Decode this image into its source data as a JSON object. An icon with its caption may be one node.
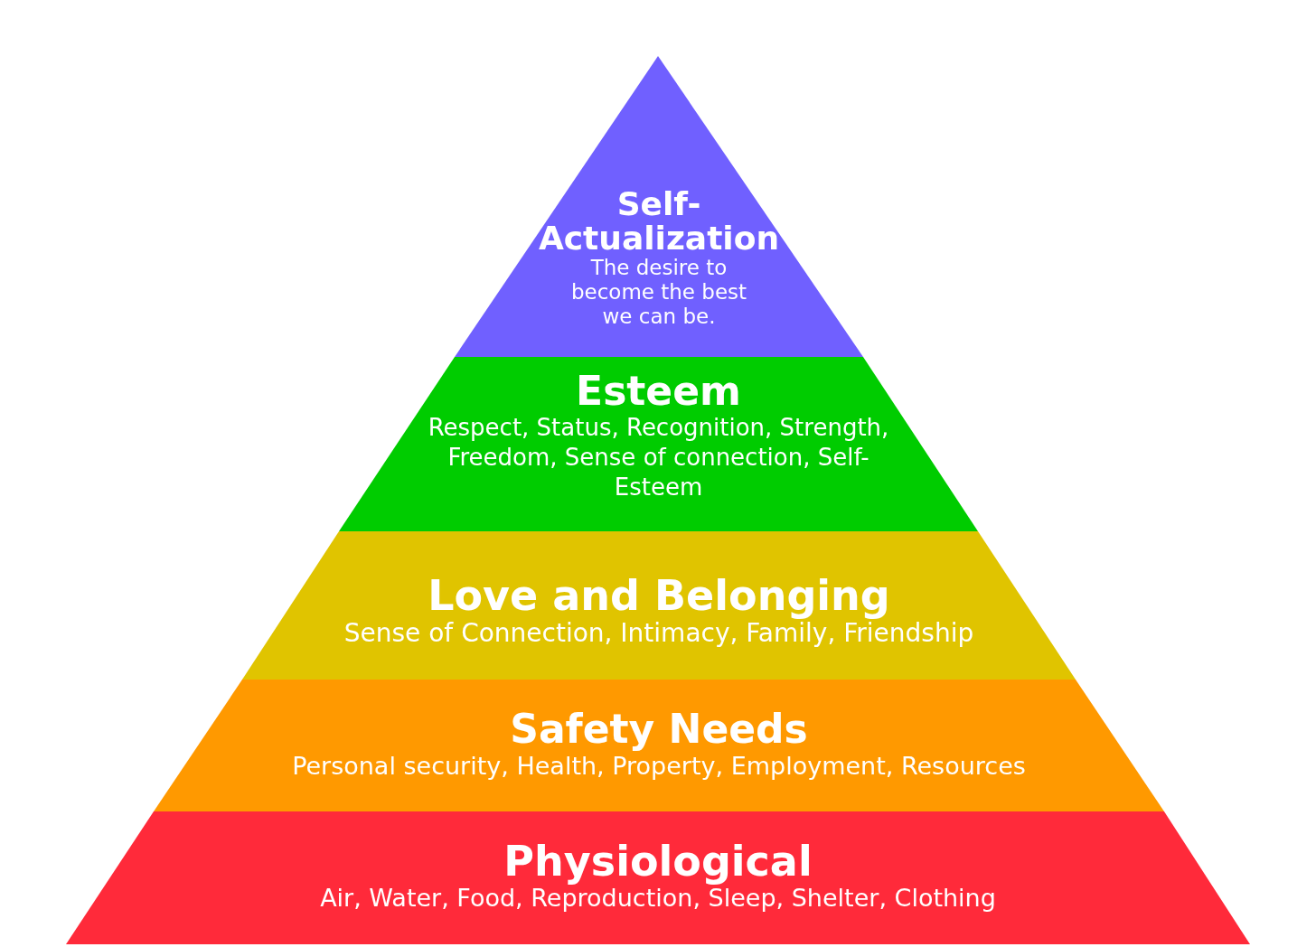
{
  "diagram": {
    "nodes": [
      {
        "text": [
          "Self-Actualization",
          "The desire to become the best we can be."
        ]
      },
      {
        "text": [
          "Esteem",
          "Respect, Status, Recognition, Strength, Freedom, Sense of connection, Self-Esteem"
        ]
      },
      {
        "text": [
          "Love and Belonging",
          "Sense of Connection, Intimacy, Family, Friendship"
        ]
      },
      {
        "text": [
          "Safety Needs",
          "Personal security, Health, Property, Employment, Resources"
        ]
      },
      {
        "text": [
          "Physiological",
          "Air, Water, Food, Reproduction, Sleep, Shelter, Clothing"
        ]
      }
    ]
  }
}
